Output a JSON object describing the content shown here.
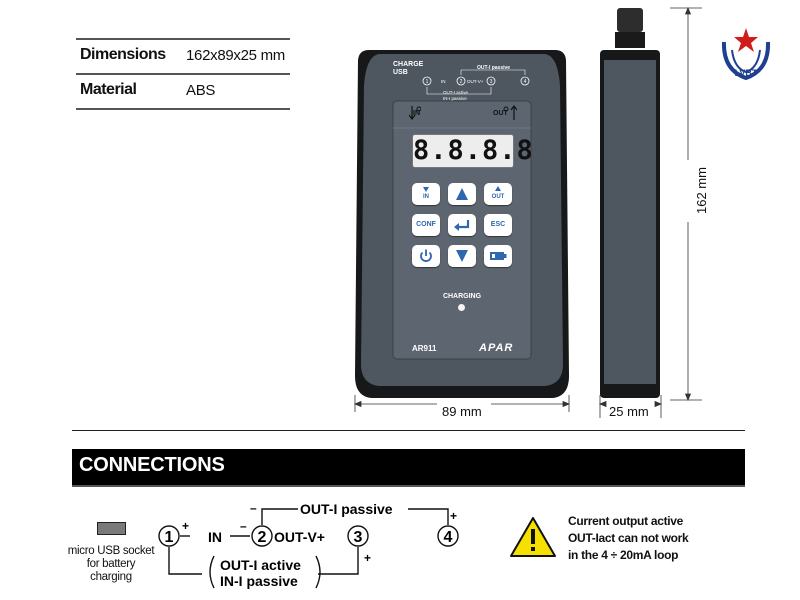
{
  "specs": [
    {
      "label": "Dimensions",
      "value": "162x89x25 mm"
    },
    {
      "label": "Material",
      "value": "ABS"
    }
  ],
  "device": {
    "connectors": [
      "1",
      "2",
      "3",
      "4"
    ],
    "charge_label_1": "CHARGE",
    "charge_label_2": "USB",
    "wiring_top": {
      "n1": "1",
      "n2": "2",
      "n3": "3",
      "n4": "4",
      "in": "IN",
      "out_v": "OUT-V+",
      "out_i_passive": "OUT-I passive",
      "out_i_active": "OUT-I active",
      "in_i_passive": "IN-I passive"
    },
    "in_label": "IN",
    "out_label": "OUT",
    "display": "8.8.8.8",
    "keys": {
      "in": "IN",
      "out": "OUT",
      "conf": "CONF",
      "esc": "ESC"
    },
    "charging_label": "CHARGING",
    "model": "AR911",
    "brand": "APAR",
    "colors": {
      "body": "#4e5660",
      "shell": "#17181a",
      "key_text": "#2f66b0",
      "led": "#f4f4f4"
    }
  },
  "dimensions": {
    "width": "89 mm",
    "depth": "25 mm",
    "height": "162 mm"
  },
  "connections": {
    "title": "CONNECTIONS",
    "usb_label_lines": [
      "micro USB socket",
      "for battery",
      "charging"
    ],
    "terminals": [
      "1",
      "2",
      "3",
      "4"
    ],
    "in_label": "IN",
    "out_v_label": "OUT-V+",
    "out_i_passive_label": "OUT-I passive",
    "out_i_active_label": "OUT-I active",
    "in_i_passive_label": "IN-I passive",
    "plus": "+",
    "minus": "–",
    "warning_lines": [
      "Current output active",
      "OUT-Iact can not work",
      "in the 4 ÷ 20mA loop"
    ],
    "warning_icon": "warning-triangle-icon"
  }
}
